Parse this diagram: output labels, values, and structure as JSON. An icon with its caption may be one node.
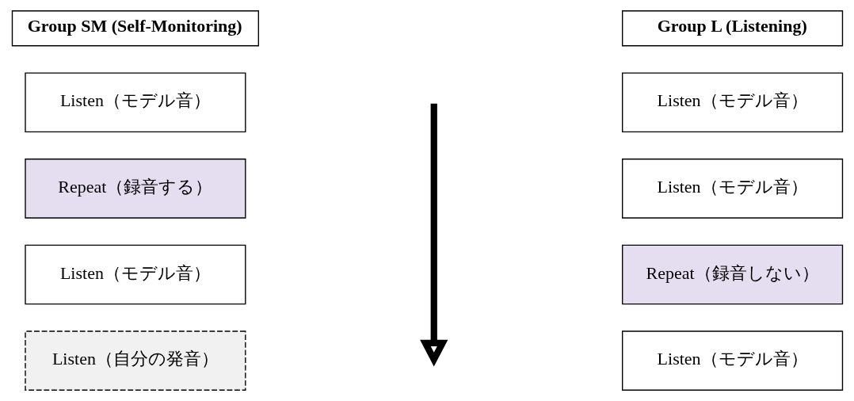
{
  "diagram": {
    "nodes": [
      {
        "text": [
          "Group SM (Self-Monitoring)"
        ]
      },
      {
        "text": [
          "Listen（モデル音）"
        ]
      },
      {
        "text": [
          "Repeat（録音する）"
        ]
      },
      {
        "text": [
          "Listen（モデル音）"
        ]
      },
      {
        "text": [
          "Listen（自分の発音）"
        ]
      },
      {
        "text": [
          "Group L (Listening)"
        ]
      },
      {
        "text": [
          "Listen（モデル音）"
        ]
      },
      {
        "text": [
          "Listen（モデル音）"
        ]
      },
      {
        "text": [
          "Repeat（録音しない）"
        ]
      },
      {
        "text": [
          "Listen（モデル音）"
        ]
      }
    ],
    "edges": []
  }
}
